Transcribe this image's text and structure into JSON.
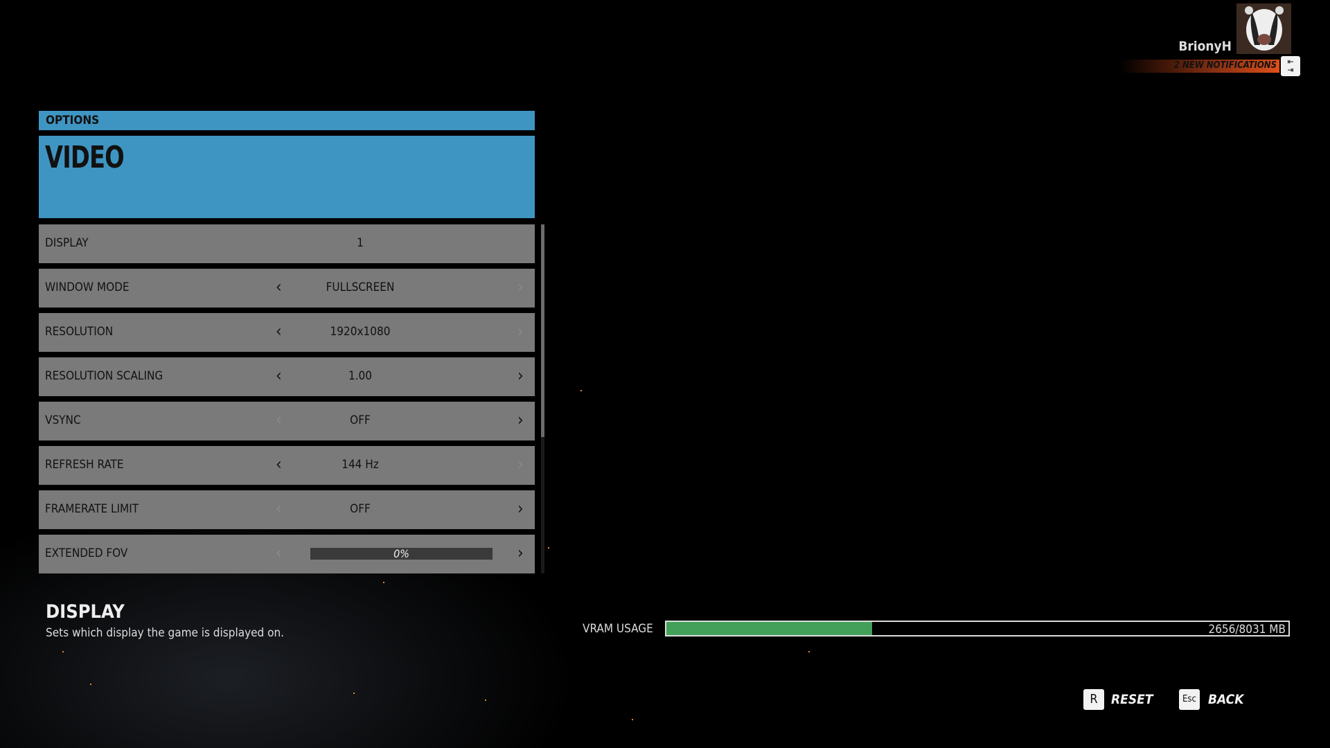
{
  "header": {
    "username": "BrionyH",
    "notifications": "2 NEW NOTIFICATIONS",
    "notification_icon": "swap-arrows-icon",
    "avatar": "badger-avatar"
  },
  "panel": {
    "section": "OPTIONS",
    "title": "VIDEO"
  },
  "settings": [
    {
      "label": "DISPLAY",
      "value": "1",
      "left": "none",
      "right": "none"
    },
    {
      "label": "WINDOW MODE",
      "value": "FULLSCREEN",
      "left": "on",
      "right": "dim"
    },
    {
      "label": "RESOLUTION",
      "value": "1920x1080",
      "left": "on",
      "right": "dim"
    },
    {
      "label": "RESOLUTION SCALING",
      "value": "1.00",
      "left": "on",
      "right": "on"
    },
    {
      "label": "VSYNC",
      "value": "OFF",
      "left": "dim",
      "right": "on"
    },
    {
      "label": "REFRESH RATE",
      "value": "144 Hz",
      "left": "on",
      "right": "dim"
    },
    {
      "label": "FRAMERATE LIMIT",
      "value": "OFF",
      "left": "dim",
      "right": "on"
    },
    {
      "label": "EXTENDED FOV",
      "value": "0%",
      "left": "dim",
      "right": "on",
      "slider_fraction": 0
    }
  ],
  "description": {
    "title": "DISPLAY",
    "text": "Sets which display the game is displayed on."
  },
  "vram": {
    "label": "VRAM USAGE",
    "used": 2656,
    "total": 8031,
    "text": "2656/8031 MB",
    "fill_color": "#43a05a"
  },
  "actions": {
    "reset_key": "R",
    "reset_label": "RESET",
    "back_key": "Esc",
    "back_label": "BACK"
  }
}
